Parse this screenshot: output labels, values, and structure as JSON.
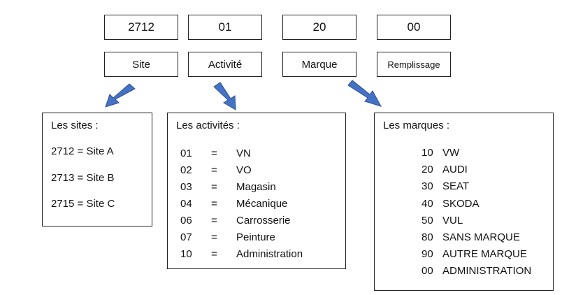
{
  "code_parts": [
    {
      "value": "2712",
      "label": "Site"
    },
    {
      "value": "01",
      "label": "Activité"
    },
    {
      "value": "20",
      "label": "Marque"
    },
    {
      "value": "00",
      "label": "Remplissage"
    }
  ],
  "sites": {
    "title": "Les sites :",
    "items": [
      "2712 = Site A",
      "2713 = Site B",
      "2715 = Site C"
    ]
  },
  "activites": {
    "title": "Les activités :",
    "items": [
      {
        "code": "01",
        "eq": "=",
        "name": "VN"
      },
      {
        "code": "02",
        "eq": "=",
        "name": "VO"
      },
      {
        "code": "03",
        "eq": "=",
        "name": "Magasin"
      },
      {
        "code": "04",
        "eq": "=",
        "name": "Mécanique"
      },
      {
        "code": "06",
        "eq": "=",
        "name": "Carrosserie"
      },
      {
        "code": "07",
        "eq": "=",
        "name": "Peinture"
      },
      {
        "code": "10",
        "eq": "=",
        "name": "Administration"
      }
    ]
  },
  "marques": {
    "title": "Les marques :",
    "items": [
      {
        "code": "10",
        "name": "VW"
      },
      {
        "code": "20",
        "name": "AUDI"
      },
      {
        "code": "30",
        "name": "SEAT"
      },
      {
        "code": "40",
        "name": "SKODA"
      },
      {
        "code": "50",
        "name": "VUL"
      },
      {
        "code": "80",
        "name": "SANS MARQUE"
      },
      {
        "code": "90",
        "name": "AUTRE MARQUE"
      },
      {
        "code": "00",
        "name": "ADMINISTRATION"
      }
    ]
  },
  "colors": {
    "arrow_fill": "#4472C4",
    "arrow_stroke": "#2F528F"
  }
}
